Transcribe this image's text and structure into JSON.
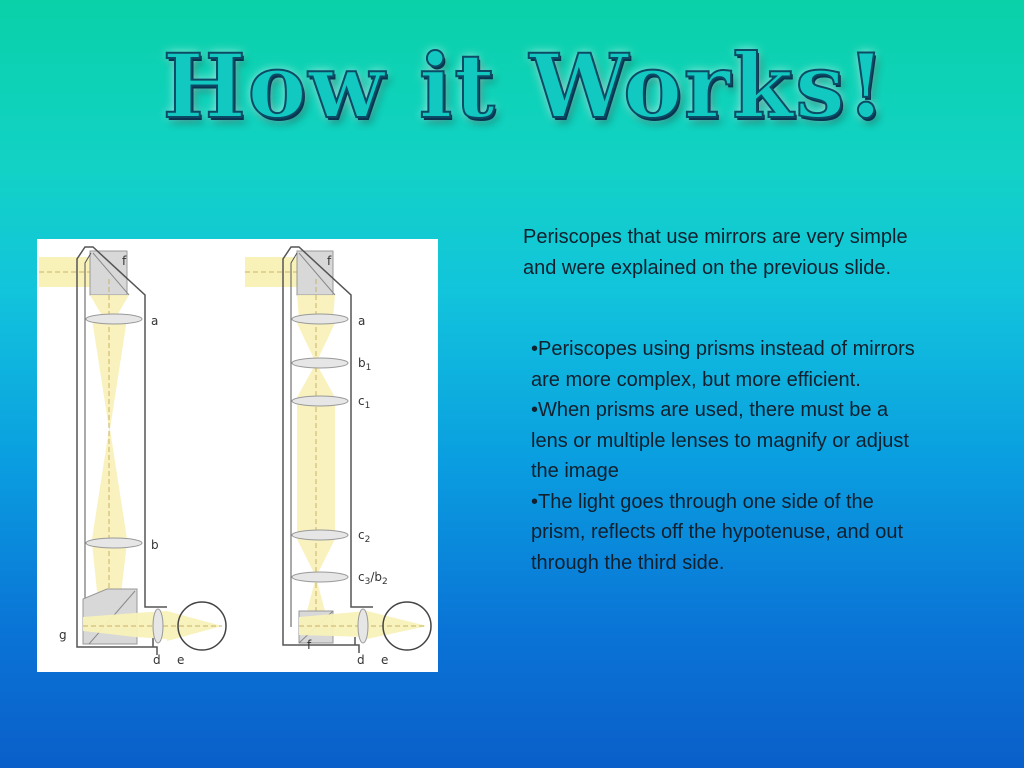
{
  "slide": {
    "title": "How it Works!",
    "intro_text": "Periscopes that use mirrors are very simple and were explained on the previous slide.",
    "bullets": [
      "•Periscopes using prisms instead of mirrors are more complex, but more efficient.",
      "•When prisms are used, there must be a lens or multiple lenses to magnify or adjust the image",
      "•The light goes through one side of the prism,  reflects off  the hypotenuse, and out through the third side."
    ]
  },
  "diagram": {
    "left": {
      "labels": {
        "f": "f",
        "a": "a",
        "b": "b",
        "g": "g",
        "d": "d",
        "e": "e"
      }
    },
    "right": {
      "labels": {
        "f_top": "f",
        "a": "a",
        "b1": "b",
        "b1_sub": "1",
        "c1": "c",
        "c1_sub": "1",
        "c2": "c",
        "c2_sub": "2",
        "c3": "c",
        "c3_sub": "3",
        "slash": "/",
        "b2": "b",
        "b2_sub": "2",
        "f_bottom": "f",
        "d": "d",
        "e": "e"
      }
    }
  }
}
